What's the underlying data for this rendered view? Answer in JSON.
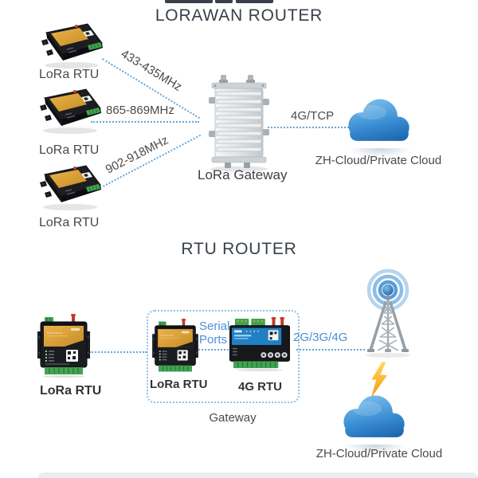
{
  "colors": {
    "title": "#39404a",
    "label_text": "#4a4a4a",
    "link_text_blue": "#4a90d5",
    "dotted_line_blue": "#63a6da",
    "cloud_blue": "#2e7fc4",
    "device_orange": "#d89a2e",
    "device_black": "#1b1c20",
    "terminal_green": "#43a351",
    "rtu_panel_blue": "#2180c4",
    "antenna_red": "#c0392b",
    "lightning_yellow": "#f5a81c",
    "tower_gray": "#98a0a6"
  },
  "lorawan_section": {
    "title": "LORAWAN ROUTER",
    "devices": [
      {
        "label": "LoRa RTU"
      },
      {
        "label": "LoRa RTU"
      },
      {
        "label": "LoRa RTU"
      }
    ],
    "links": [
      {
        "label": "433-435MHz"
      },
      {
        "label": "865-869MHz"
      },
      {
        "label": "902-918MHz"
      }
    ],
    "gateway_label": "LoRa Gateway",
    "uplink_label": "4G/TCP",
    "cloud_label": "ZH-Cloud/Private Cloud"
  },
  "rtu_section": {
    "title": "RTU ROUTER",
    "outer_device_label": "LoRa RTU",
    "gateway_box": {
      "lora_rtu_label": "LoRa RTU",
      "serial_ports_label": "Serial Ports",
      "four_g_rtu_label": "4G RTU",
      "caption": "Gateway"
    },
    "uplink_label": "2G/3G/4G",
    "cloud_label": "ZH-Cloud/Private Cloud"
  }
}
